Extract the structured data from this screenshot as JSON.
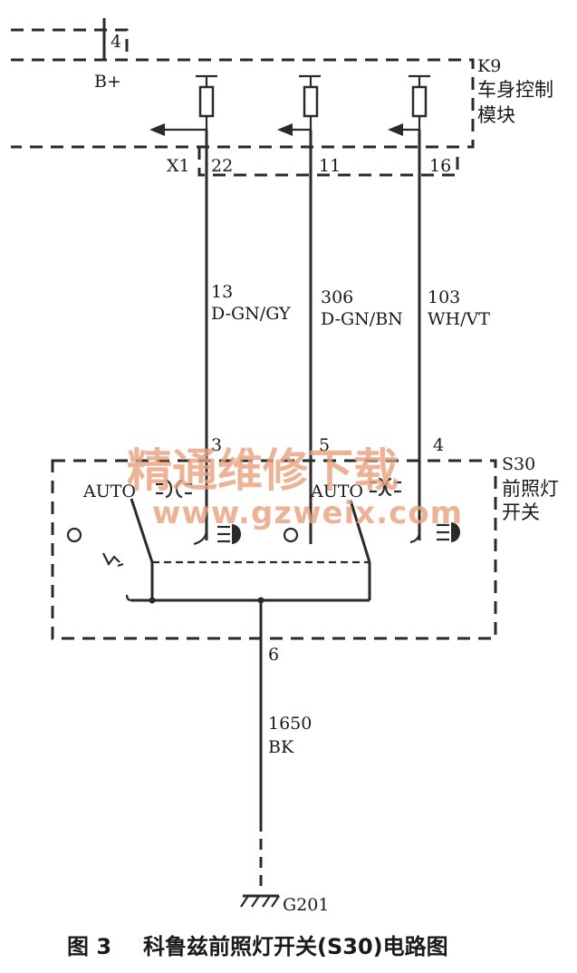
{
  "module": {
    "pin": "4",
    "supply": "B+",
    "id": "K9",
    "name_line1": "车身控制",
    "name_line2": "模块",
    "connector": "X1",
    "pins": [
      "22",
      "11",
      "16"
    ]
  },
  "wires": [
    {
      "circuit": "13",
      "color": "D-GN/GY"
    },
    {
      "circuit": "306",
      "color": "D-GN/BN"
    },
    {
      "circuit": "103",
      "color": "WH/VT"
    }
  ],
  "switch": {
    "id": "S30",
    "name_line1": "前照灯",
    "name_line2": "开关",
    "pins": [
      "3",
      "5",
      "4"
    ],
    "auto_left": "AUTO",
    "auto_right": "AUTO",
    "ground_pin": "6"
  },
  "ground": {
    "circuit": "1650",
    "color": "BK",
    "id": "G201"
  },
  "watermark": {
    "cn": "精通维修下载",
    "url": "www.gzweix.com"
  },
  "caption": {
    "figure": "图 3",
    "title": "科鲁兹前照灯开关(S30)电路图"
  }
}
